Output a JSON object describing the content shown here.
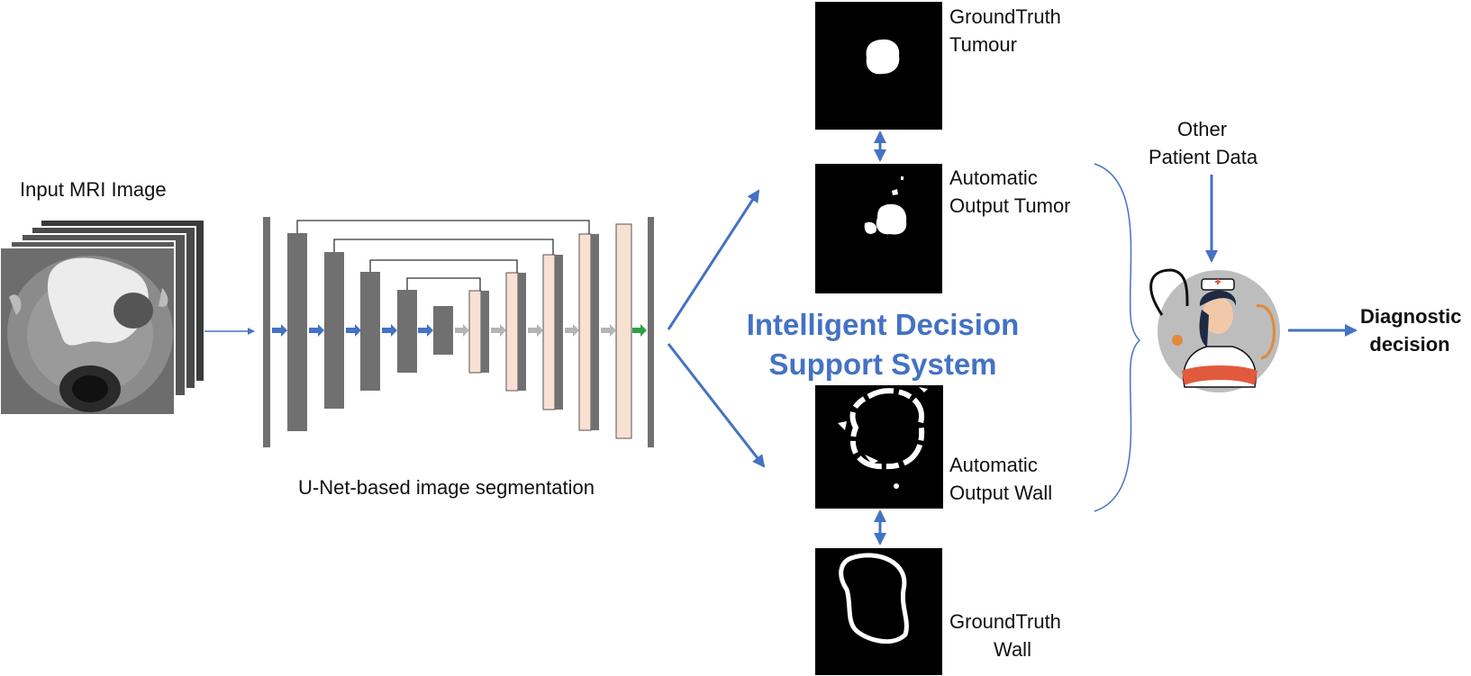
{
  "labels": {
    "input": "Input MRI Image",
    "unet": "U-Net-based image segmentation",
    "gt_tumour_1": "GroundTruth",
    "gt_tumour_2": "Tumour",
    "auto_tumor_1": "Automatic",
    "auto_tumor_2": "Output Tumor",
    "auto_wall_1": "Automatic",
    "auto_wall_2": "Output Wall",
    "gt_wall_1": "GroundTruth",
    "gt_wall_2": "Wall",
    "other_1": "Other",
    "other_2": "Patient Data",
    "center_1": "Intelligent Decision",
    "center_2": "Support System",
    "diag_1": "Diagnostic",
    "diag_2": "decision"
  },
  "colors": {
    "arrow_blue": "#4472c4",
    "bar_gray": "#707070",
    "bar_peach": "#f8e0d2",
    "green_arrow": "#2f9e44",
    "gray_arrow": "#b4b4b4",
    "doctor_circle": "#bdbdbd"
  },
  "icons": {
    "doctor": "doctor-avatar-icon"
  }
}
